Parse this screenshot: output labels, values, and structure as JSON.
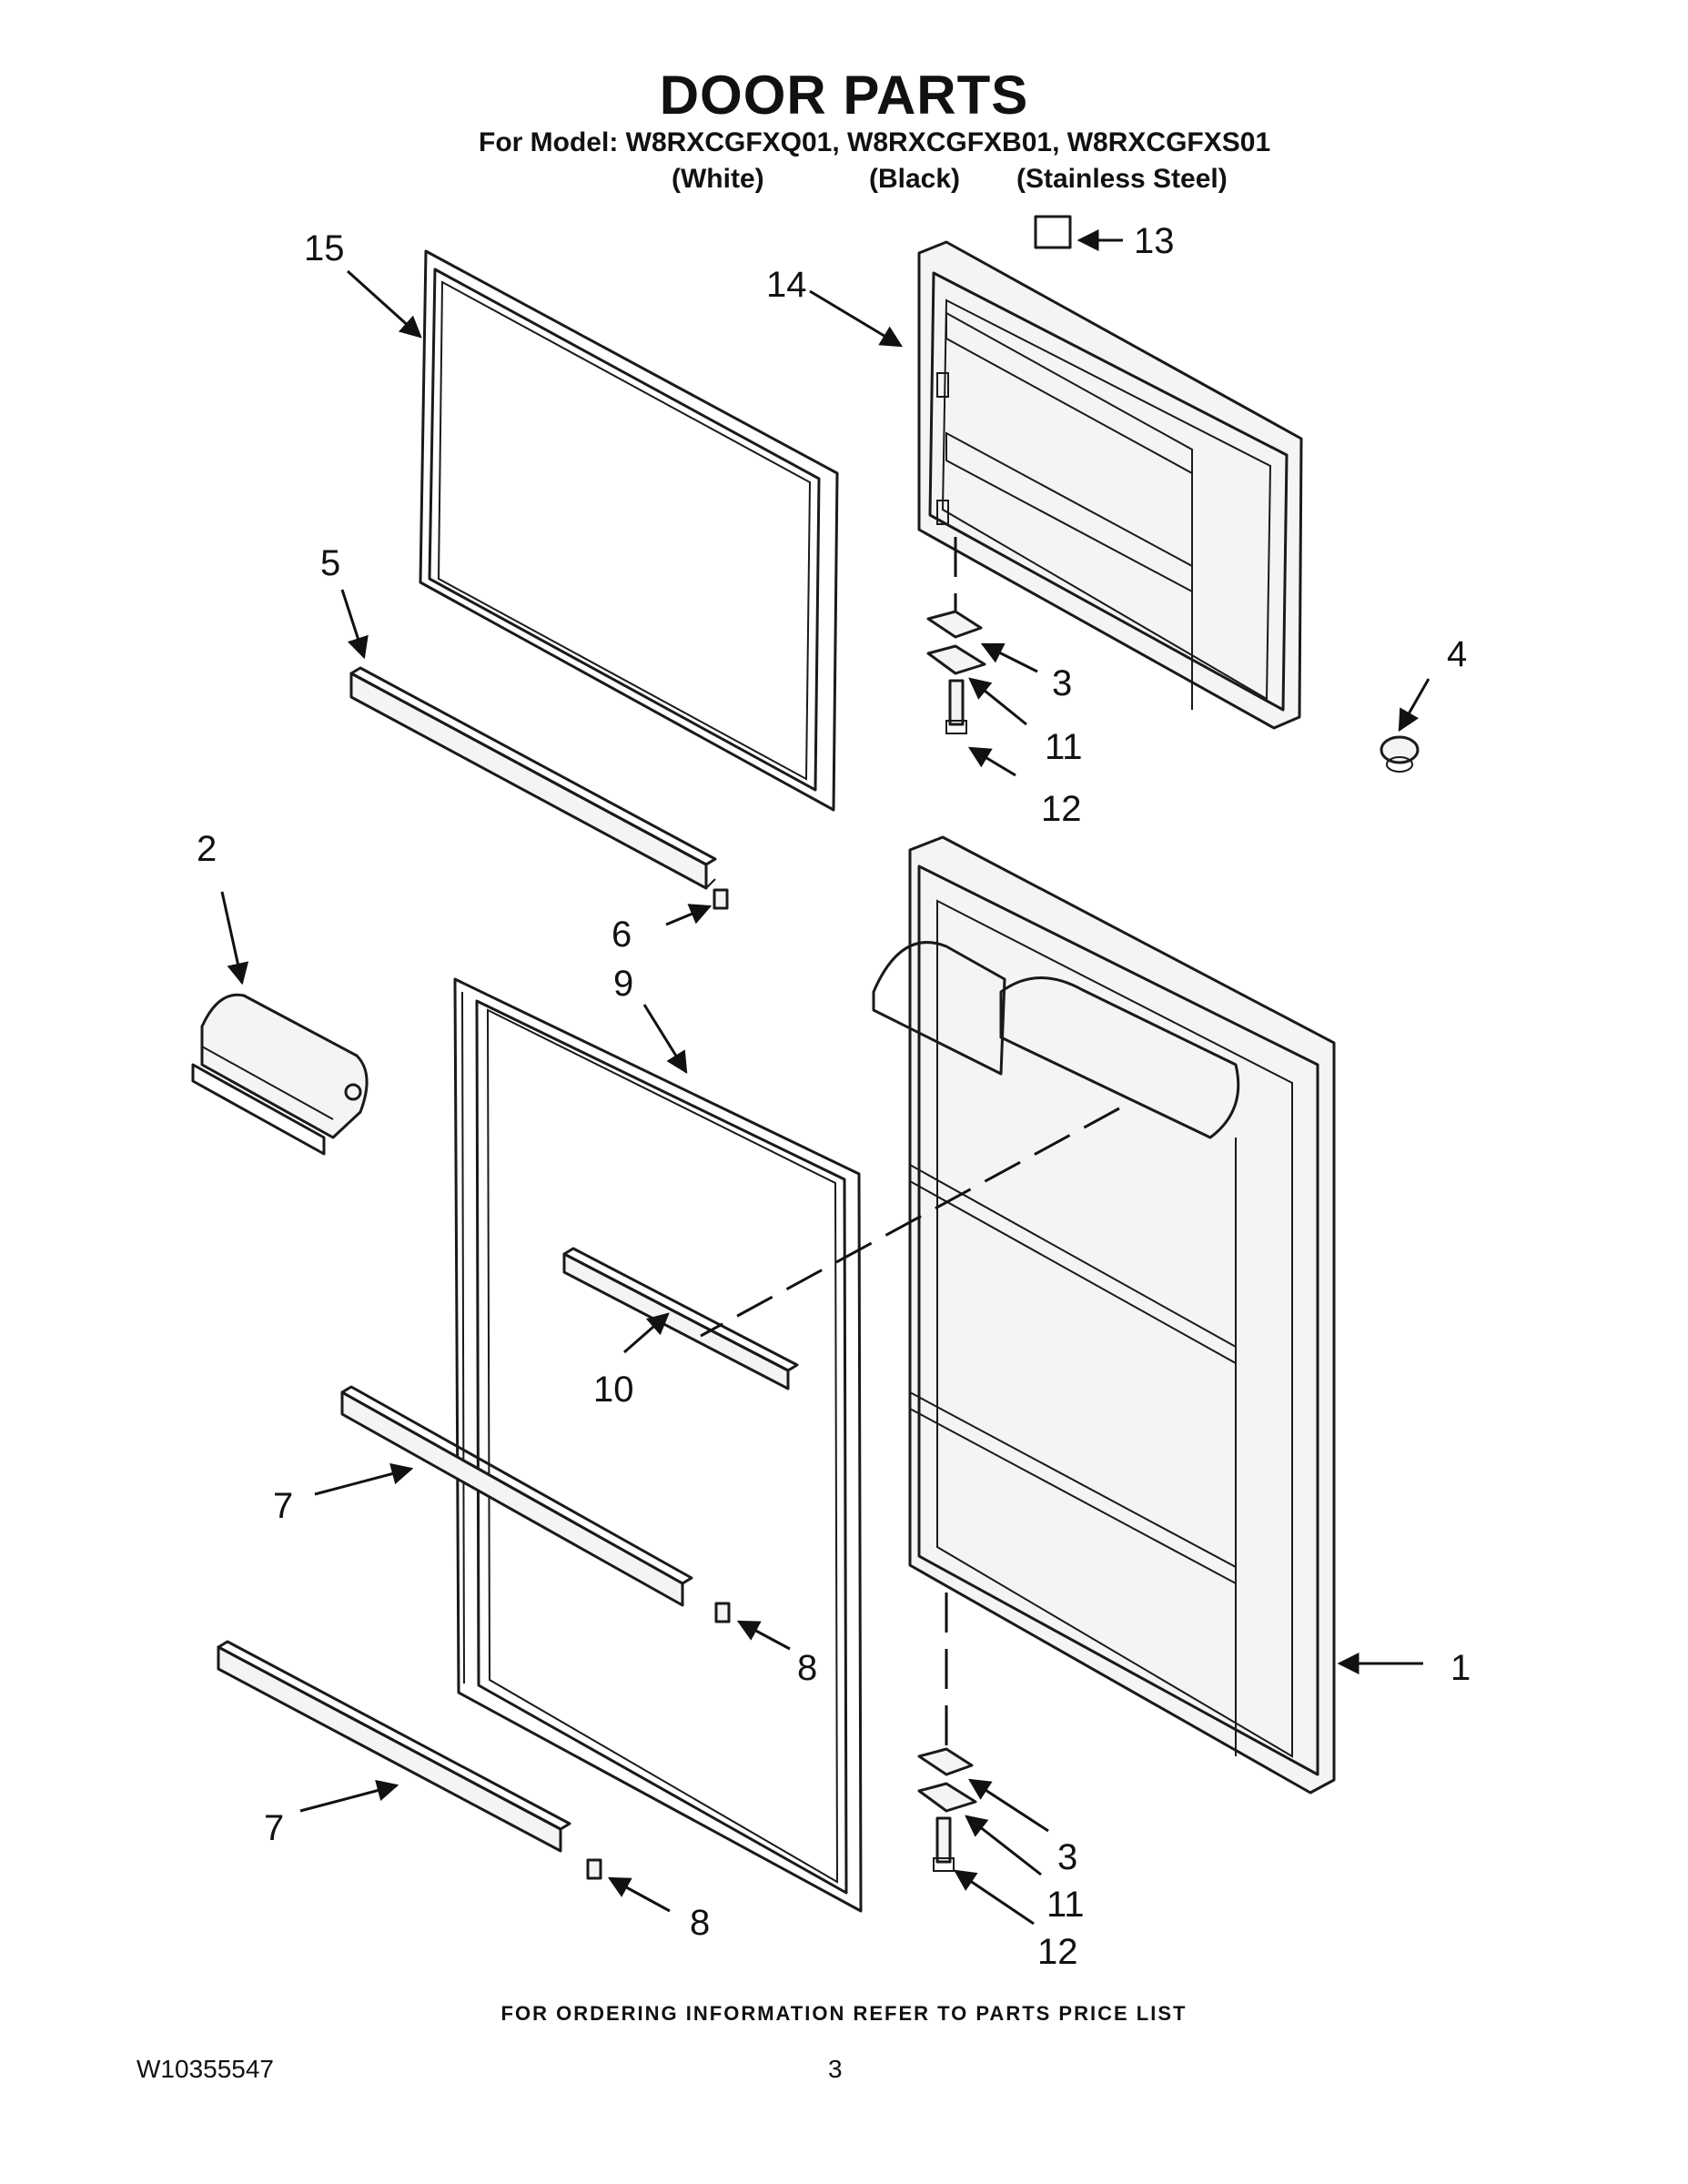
{
  "header": {
    "title": "DOOR PARTS",
    "model_line": "For Model: W8RXCGFXQ01, W8RXCGFXB01, W8RXCGFXS01",
    "variants": [
      "(White)",
      "(Black)",
      "(Stainless Steel)"
    ]
  },
  "callouts": {
    "c1": "1",
    "c2": "2",
    "c3a": "3",
    "c3b": "3",
    "c4": "4",
    "c5": "5",
    "c6": "6",
    "c7a": "7",
    "c7b": "7",
    "c8a": "8",
    "c8b": "8",
    "c9": "9",
    "c10": "10",
    "c11a": "11",
    "c11b": "11",
    "c12a": "12",
    "c12b": "12",
    "c13": "13",
    "c14": "14",
    "c15": "15"
  },
  "footer": {
    "note": "FOR ORDERING INFORMATION REFER TO PARTS PRICE LIST",
    "doc_id": "W10355547",
    "page": "3"
  }
}
